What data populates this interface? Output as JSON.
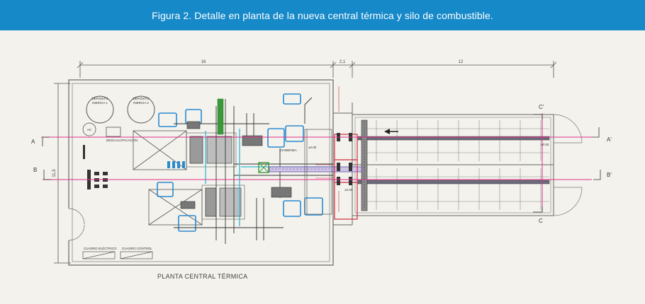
{
  "caption": "Figura 2. Detalle en planta de la nueva central térmica y silo de combustible.",
  "dimensions": {
    "top_left": "16",
    "top_mid": "2,1",
    "top_right": "12",
    "left_vertical": "11,5"
  },
  "section_marks": {
    "a": "A",
    "a_prime": "A'",
    "b": "B",
    "b_prime": "B'",
    "c_top": "C'",
    "c_bottom": "C"
  },
  "labels": {
    "deposito_1": [
      "DEPÓSITO",
      "INERCIA 1"
    ],
    "deposito_2": [
      "DEPÓSITO",
      "INERCIA 2"
    ],
    "ac": "AC",
    "descalcificacion": "DESCALCIFICACIÓN",
    "chimenea": "CHIMENEA",
    "cuadro_electrico": "CUADRO ELÉCTRICO",
    "cuadro_control": "CUADRO CONTROL",
    "plant_title": "PLANTA CENTRAL TÉRMICA"
  },
  "levels": {
    "left_upper": "±0.00",
    "left_lower": "±0.00",
    "right": "±0.00"
  },
  "colors": {
    "caption_bg": "#1689c9",
    "section_line": "#e0308a",
    "equipment_blue": "#2a8ad0",
    "cyan": "#2fb8d8",
    "green": "#3a9a3a",
    "line": "#555555"
  }
}
